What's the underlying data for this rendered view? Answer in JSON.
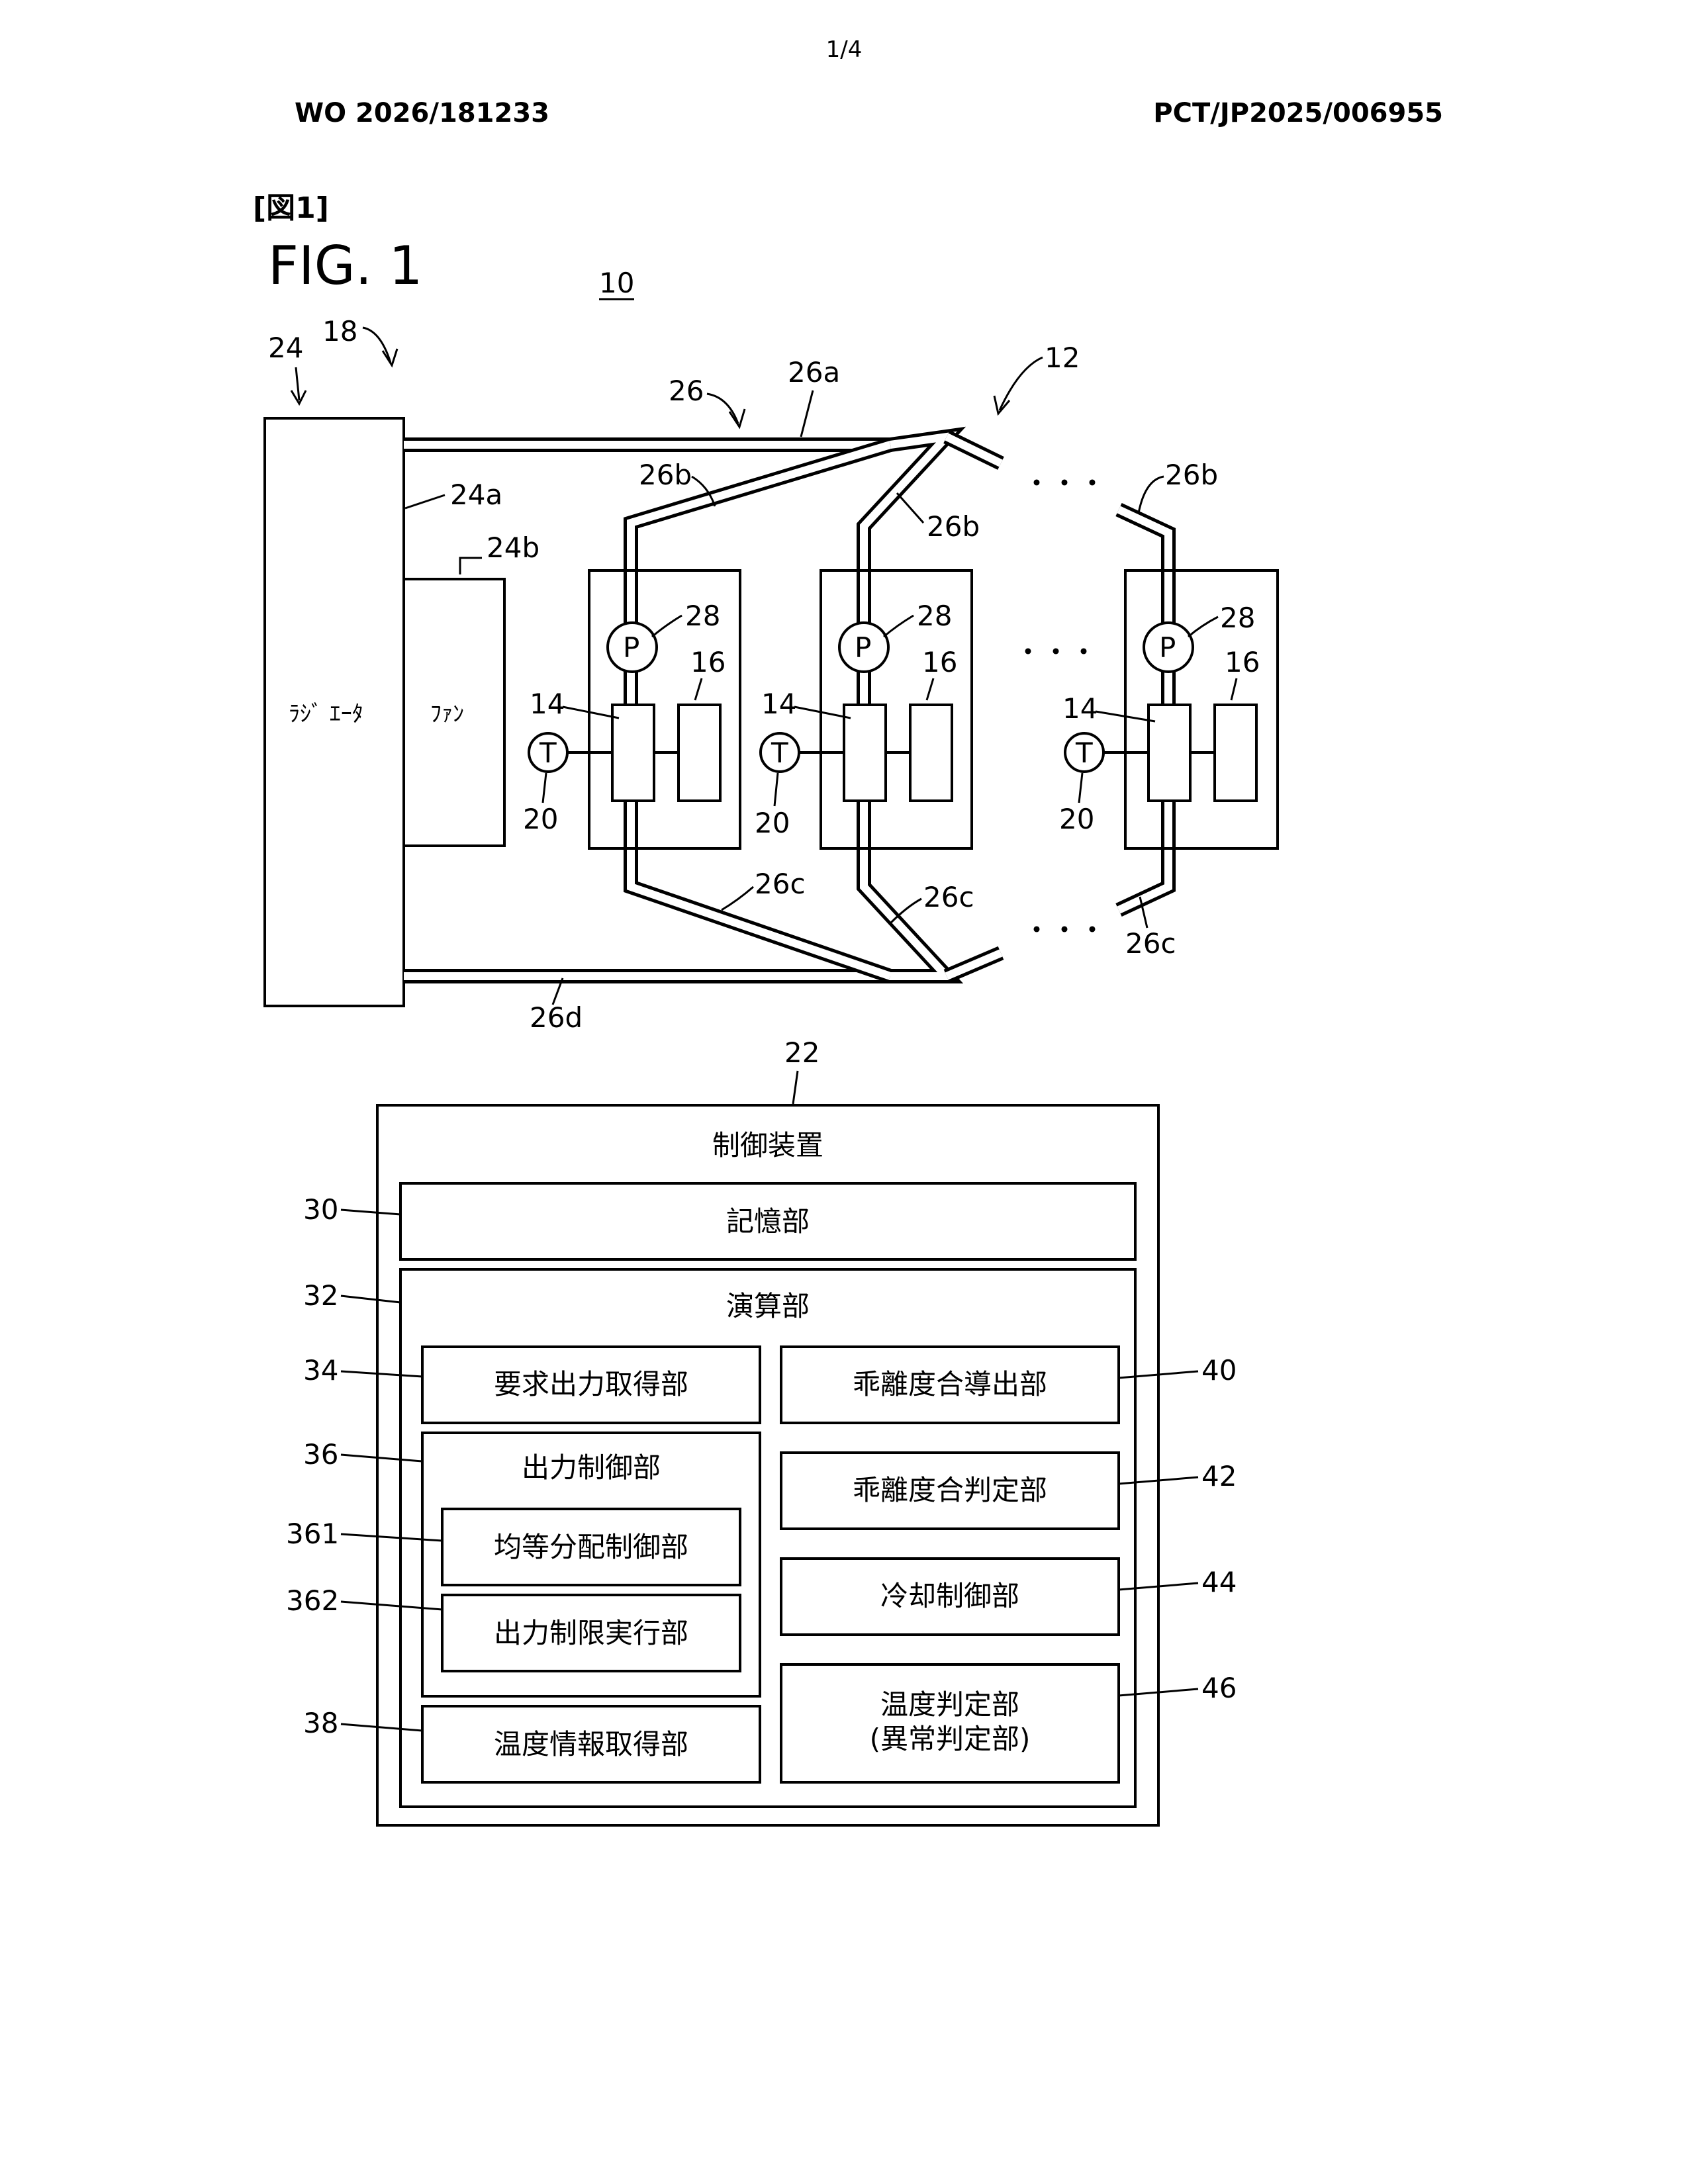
{
  "header": {
    "page_number": "1/4",
    "publication_number": "WO 2026/181233",
    "application_number": "PCT/JP2025/006955"
  },
  "figure": {
    "tag": "[図1]",
    "title": "FIG. 1",
    "system_ref": "10"
  },
  "top_diagram": {
    "radiator_label": "ﾗｼﾞ ｴｰﾀ",
    "fan_label": "ﾌｧﾝ",
    "refs": {
      "cooling_unit": "18",
      "radiator": "24",
      "radiator_part": "24a",
      "fan": "24b",
      "pipe_group": "26",
      "supply_pipe": "26a",
      "branch_supply": "26b",
      "branch_return": "26c",
      "return_pipe": "26d",
      "module_group": "12",
      "pump": "28",
      "stack": "14",
      "unit": "16",
      "temp_sensor": "20"
    },
    "pump_symbol": "P",
    "temp_symbol": "T",
    "ellipsis": "・・・"
  },
  "controller": {
    "ref": "22",
    "title": "制御装置",
    "blocks": [
      {
        "ref": "30",
        "label": "記憶部"
      },
      {
        "ref": "32",
        "label": "演算部"
      },
      {
        "ref": "34",
        "label": "要求出力取得部"
      },
      {
        "ref": "36",
        "label": "出力制御部"
      },
      {
        "ref": "361",
        "label": "均等分配制御部"
      },
      {
        "ref": "362",
        "label": "出力制限実行部"
      },
      {
        "ref": "38",
        "label": "温度情報取得部"
      },
      {
        "ref": "40",
        "label": "乖離度合導出部"
      },
      {
        "ref": "42",
        "label": "乖離度合判定部"
      },
      {
        "ref": "44",
        "label": "冷却制御部"
      },
      {
        "ref": "46",
        "label": "温度判定部",
        "label2": "(異常判定部)"
      }
    ]
  }
}
